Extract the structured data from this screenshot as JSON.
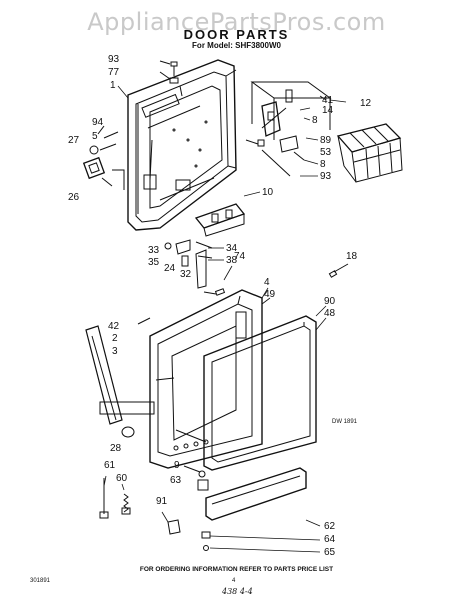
{
  "header": {
    "watermark": "AppliancePartsPros.com",
    "title": "DOOR PARTS",
    "model_line": "For Model: SHF3800W0"
  },
  "callouts": {
    "c93a": "93",
    "c77": "77",
    "c1": "1",
    "c94": "94",
    "c27": "27",
    "c5": "5",
    "c26": "26",
    "c41": "41",
    "c14": "14",
    "c8a": "8",
    "c12": "12",
    "c89": "89",
    "c53": "53",
    "c8b": "8",
    "c93b": "93",
    "c10": "10",
    "c33": "33",
    "c35": "35",
    "c24": "24",
    "c32": "32",
    "c34": "34",
    "c38": "38",
    "c74": "74",
    "c18": "18",
    "c4": "4",
    "c49": "49",
    "c90": "90",
    "c48": "48",
    "c42": "42",
    "c2": "2",
    "c3": "3",
    "c28": "28",
    "c9": "9",
    "c63": "63",
    "c61": "61",
    "c60": "60",
    "c91": "91",
    "c62": "62",
    "c64": "64",
    "c65": "65"
  },
  "footer": {
    "diagram_code": "DW 1891",
    "ordering_note": "FOR ORDERING INFORMATION REFER TO PARTS PRICE LIST",
    "left_code": "301891",
    "page_number": "4",
    "handwritten": "438 4-4"
  }
}
